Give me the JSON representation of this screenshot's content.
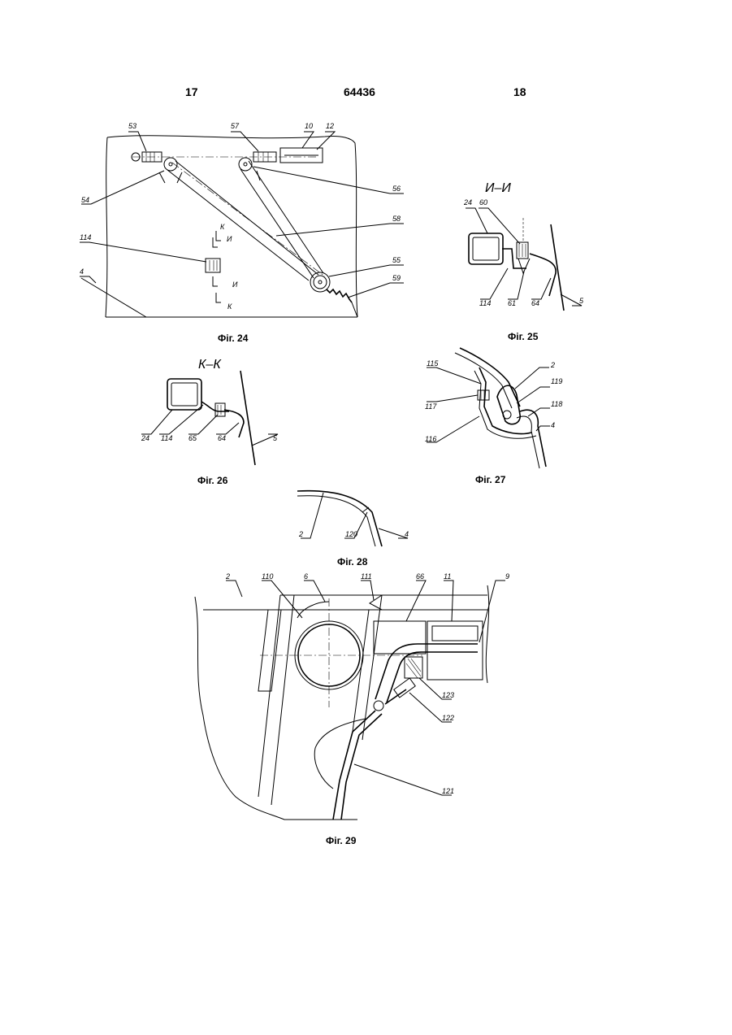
{
  "header": {
    "page_left": "17",
    "patent_no": "64436",
    "page_right": "18"
  },
  "figures": {
    "fig24": {
      "caption": "Фіг. 24",
      "labels": {
        "l53": "53",
        "l57": "57",
        "l10": "10",
        "l12": "12",
        "l54": "54",
        "l56": "56",
        "l58": "58",
        "l114": "114",
        "l55": "55",
        "l59": "59",
        "l4": "4"
      },
      "section_marks": {
        "k1": "К",
        "i1": "И",
        "i2": "И",
        "k2": "К"
      }
    },
    "fig25": {
      "caption": "Фіг. 25",
      "section_title": "И–И",
      "labels": {
        "l24": "24",
        "l60": "60",
        "l114": "114",
        "l61": "61",
        "l64": "64",
        "l5": "5"
      }
    },
    "fig26": {
      "caption": "Фіг. 26",
      "section_title": "К–К",
      "labels": {
        "l24": "24",
        "l114": "114",
        "l65": "65",
        "l64": "64",
        "l5": "5"
      }
    },
    "fig27": {
      "caption": "Фіг. 27",
      "labels": {
        "l115": "115",
        "l2": "2",
        "l119": "119",
        "l117": "117",
        "l118": "118",
        "l116": "116",
        "l4": "4"
      }
    },
    "fig28": {
      "caption": "Фіг. 28",
      "labels": {
        "l2": "2",
        "l120": "120",
        "l4": "4"
      }
    },
    "fig29": {
      "caption": "Фіг. 29",
      "labels": {
        "l2": "2",
        "l110": "110",
        "l6": "6",
        "l111": "111",
        "l66": "66",
        "l11": "11",
        "l9": "9",
        "l123": "123",
        "l122": "122",
        "l121": "121"
      }
    }
  }
}
